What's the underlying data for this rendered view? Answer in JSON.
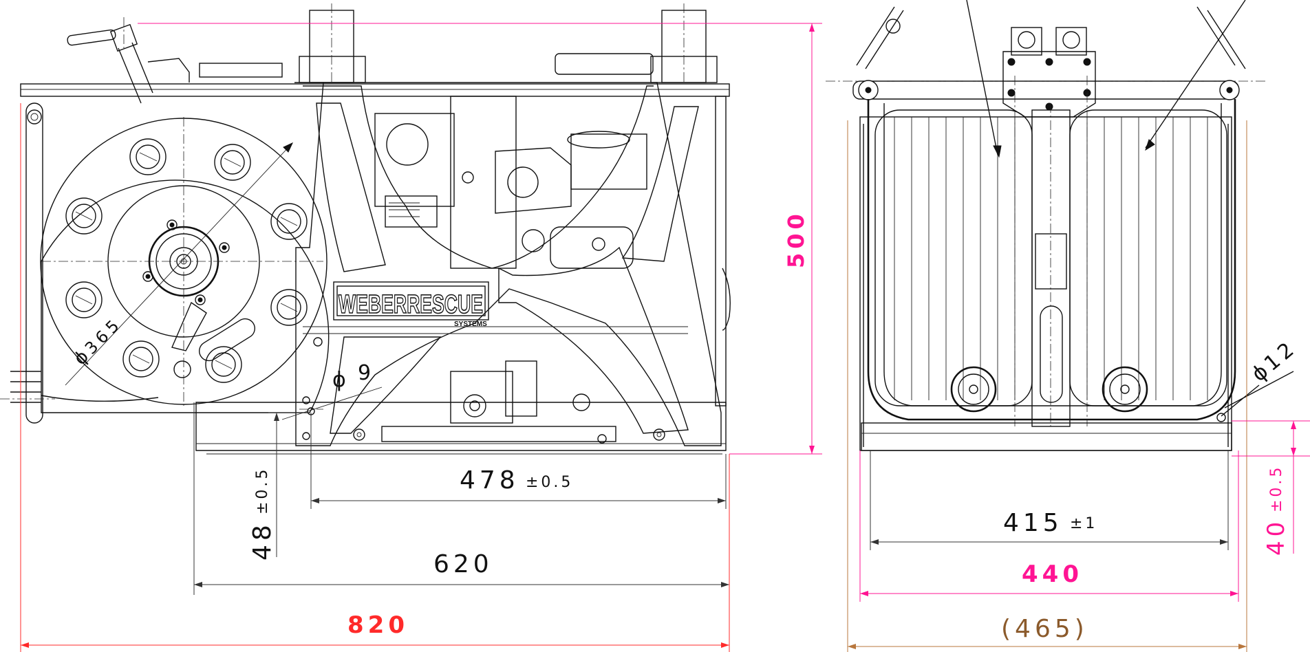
{
  "brand_label": "WEBERRESCUE",
  "brand_sub_label": "SYSTEMS",
  "dimensions": {
    "wheel_diameter": {
      "symbol": "ϕ",
      "value": "365"
    },
    "hole_diameter_left": {
      "symbol": "ϕ",
      "value": "9"
    },
    "hole_diameter_right": {
      "symbol": "ϕ",
      "value": "12"
    },
    "height_total": {
      "value": "500",
      "color": "#ff1493"
    },
    "width_478": {
      "value": "478",
      "tolerance": "±0.5"
    },
    "foot_height_48": {
      "value": "48",
      "tolerance": "±0.5"
    },
    "width_620": {
      "value": "620"
    },
    "length_total": {
      "value": "820",
      "color": "#ff2a2a"
    },
    "width_415": {
      "value": "415",
      "tolerance": "±1"
    },
    "width_440": {
      "value": "440",
      "color": "#ff1493"
    },
    "width_465_ref": {
      "value": "(465)",
      "color": "#8b5a2b"
    },
    "foot_height_40": {
      "value": "40",
      "tolerance": "±0.5",
      "color": "#ff1493"
    }
  }
}
